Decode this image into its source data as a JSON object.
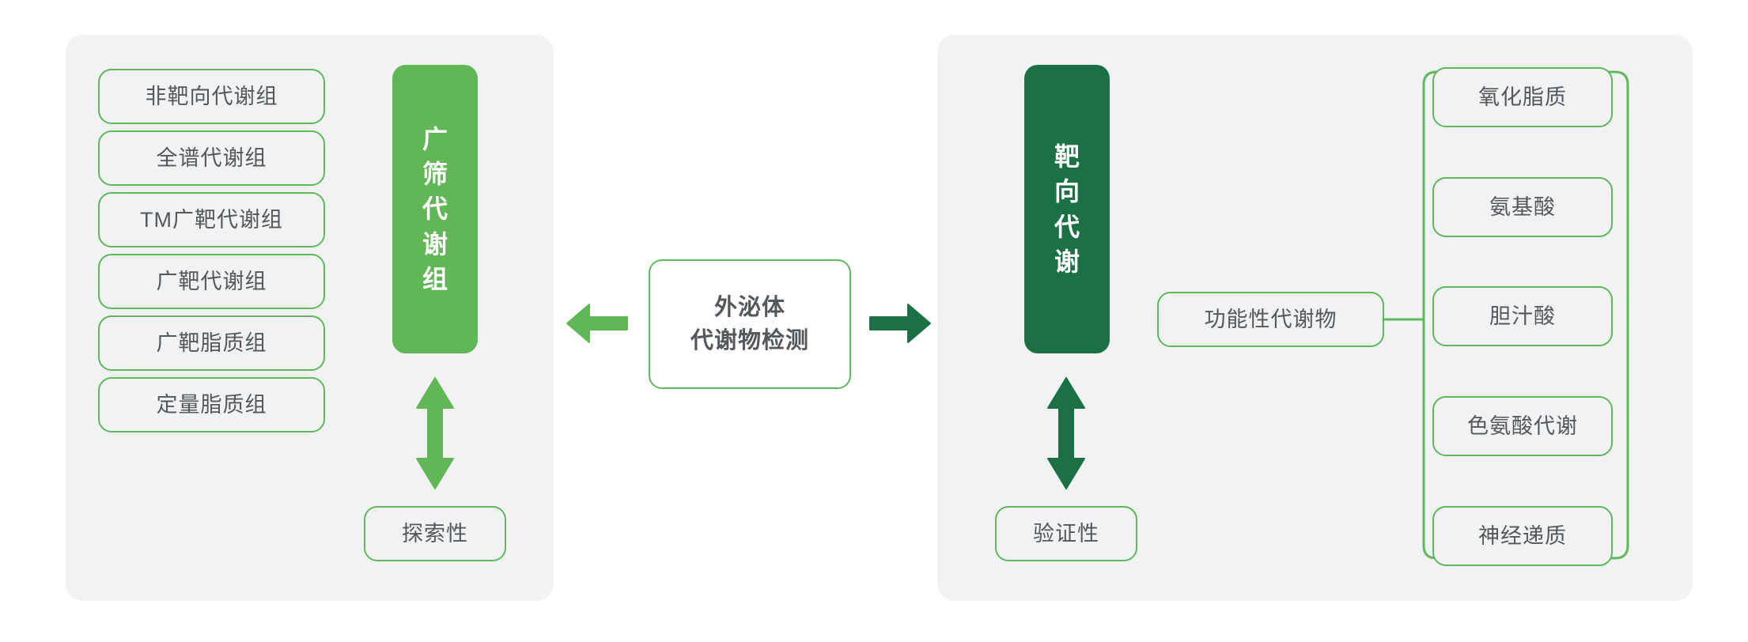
{
  "colors": {
    "light_green": "#61b756",
    "dark_green": "#1b7144",
    "border_green": "#5fb85a",
    "panel_bg": "#f0f2f4",
    "text_gray": "#54585c",
    "page_bg": "#ffffff"
  },
  "center": {
    "line1": "外泌体",
    "line2": "代谢物检测",
    "left_arrow": "left-arrow-light-green",
    "right_arrow": "right-arrow-dark-green"
  },
  "left_panel": {
    "methods": [
      {
        "label": "非靶向代谢组"
      },
      {
        "label": "全谱代谢组"
      },
      {
        "label": "TM广靶代谢组"
      },
      {
        "label": "广靶代谢组"
      },
      {
        "label": "广靶脂质组"
      },
      {
        "label": "定量脂质组"
      }
    ],
    "category": {
      "label": "广筛代谢组"
    },
    "nature": {
      "label": "探索性"
    },
    "connector": "double-headed-vertical-arrow-light-green"
  },
  "right_panel": {
    "category": {
      "label": "靶向代谢"
    },
    "nature": {
      "label": "验证性"
    },
    "connector": "double-headed-vertical-arrow-dark-green",
    "group": {
      "label": "功能性代谢物"
    },
    "targets": [
      {
        "label": "氧化脂质"
      },
      {
        "label": "氨基酸"
      },
      {
        "label": "胆汁酸"
      },
      {
        "label": "色氨酸代谢"
      },
      {
        "label": "神经递质"
      }
    ]
  }
}
